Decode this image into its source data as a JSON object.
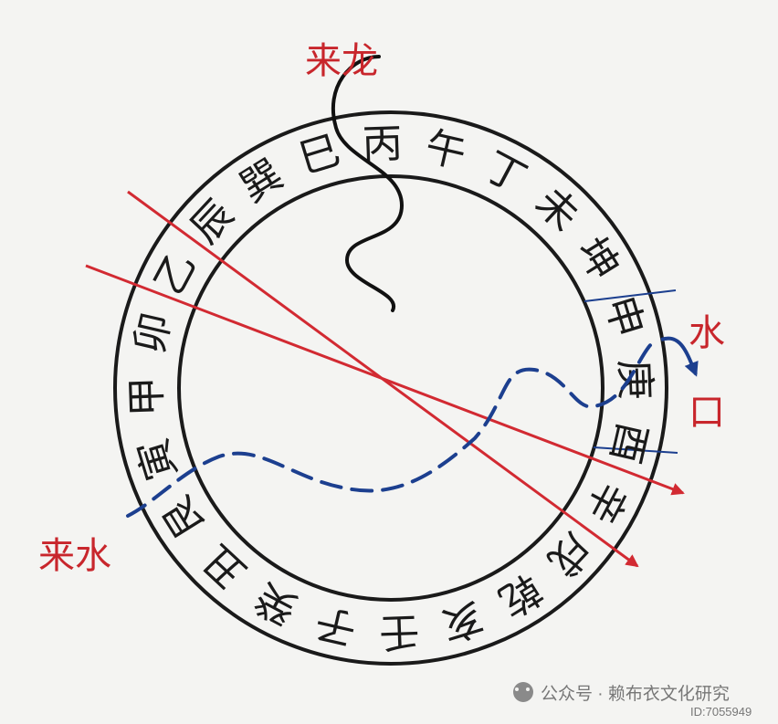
{
  "labels": {
    "dragon": "来龙",
    "water_in": "来水",
    "water_mouth_1": "水",
    "water_mouth_2": "口"
  },
  "ring_characters": [
    "午",
    "丁",
    "未",
    "坤",
    "申",
    "庚",
    "酉",
    "辛",
    "戌",
    "乾",
    "亥",
    "壬",
    "子",
    "癸",
    "丑",
    "艮",
    "寅",
    "甲",
    "卯",
    "乙",
    "辰",
    "巽",
    "巳",
    "丙"
  ],
  "watermark": {
    "line1": "公众号 · 赖布衣文化研究",
    "line2": "ID:7055949"
  },
  "colors": {
    "ring": "#1a1a1a",
    "arrow": "#d22a32",
    "water": "#1c3f8f",
    "label": "#c8262c",
    "background": "#f4f4f2"
  }
}
